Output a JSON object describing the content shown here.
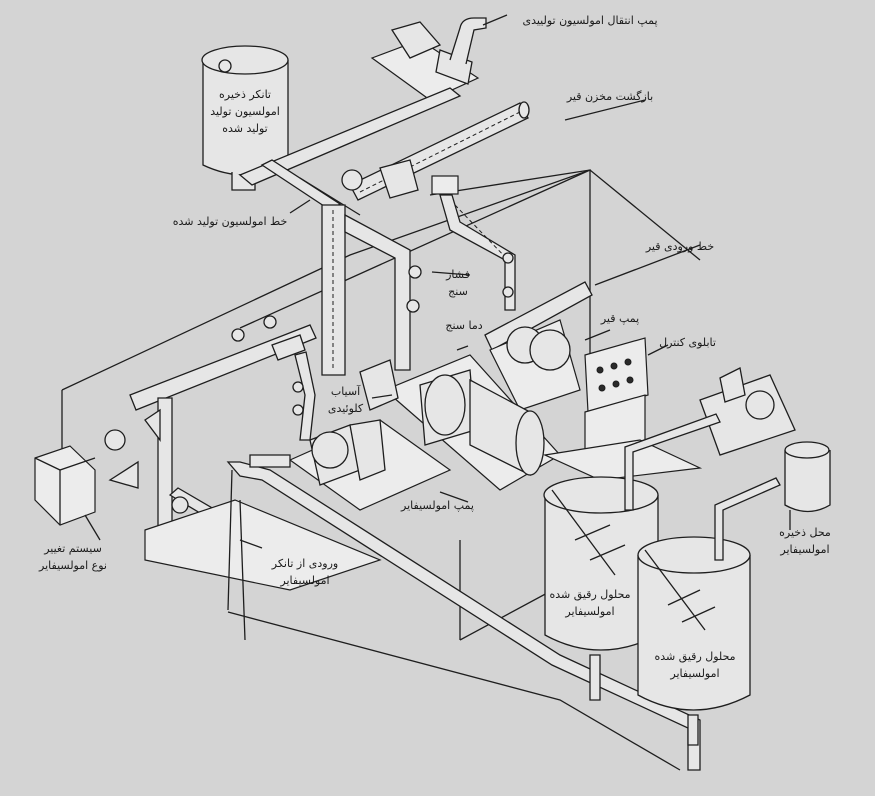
{
  "labels": {
    "transfer_pump": "پمپ انتقال امولسیون تولییدی",
    "storage_tank": "تانکر ذخیره\nامولسیون تولید\nتولید شده",
    "bitumen_return": "بازگشت مخزن قیر",
    "produced_line": "خط امولسیون تولید شده",
    "bitumen_inlet_line": "خط ورودی قیر",
    "pressure_gauge": "فشار\nسنج",
    "thermometer": "دما سنج",
    "bitumen_pump": "پمپ قیر",
    "control_panel": "تابلوی کنترل",
    "colloid_mill": "آسیاب\nکلوئیدی",
    "emulsifier_pump": "پمپ امولسیفایر",
    "change_system": "سیستم تغییر\nنوع امولسیفایر",
    "tank_inlet": "ورودی از تانکر\nامولسیفایر",
    "diluted_solution_1": "محلول رقیق شده\nامولسیفایر",
    "diluted_solution_2": "محلول رقیق شده\nامولسیفایر",
    "emulsifier_storage": "محل ذخیره\nامولسیفایر"
  }
}
